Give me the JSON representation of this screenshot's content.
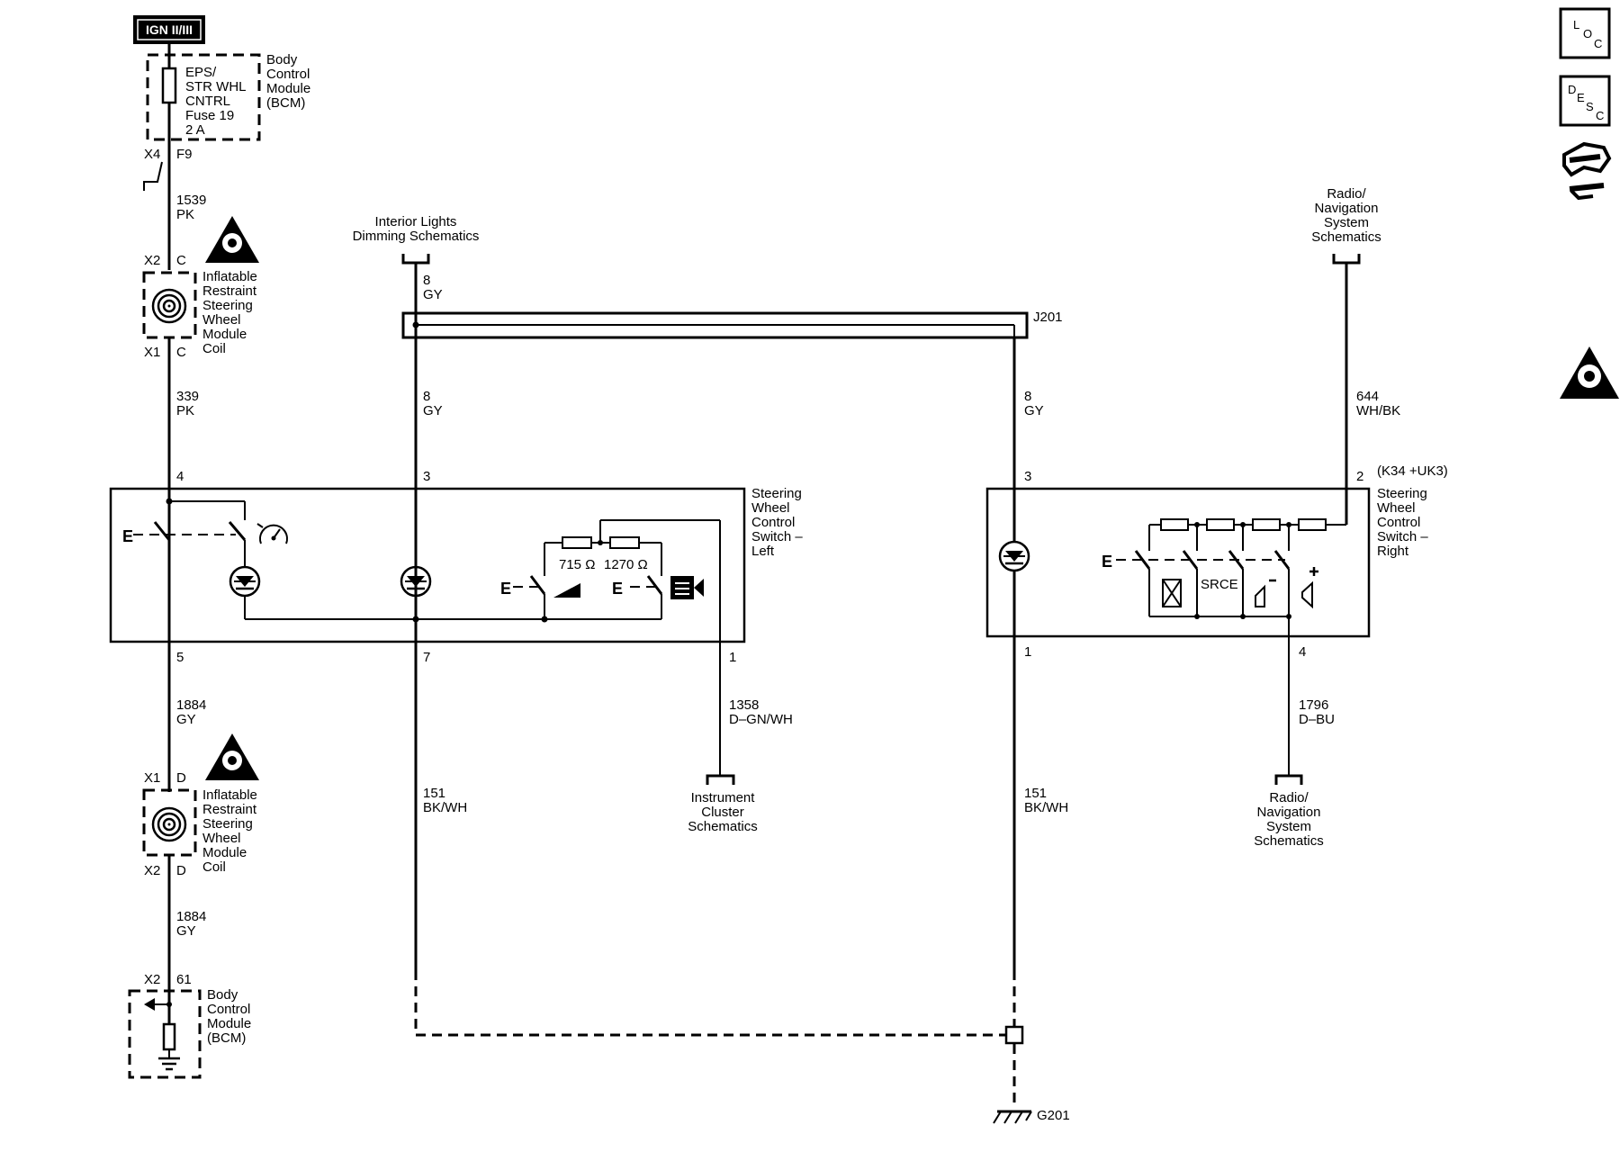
{
  "ign_label": "IGN II/III",
  "fuse_label": [
    "EPS/",
    "STR WHL",
    "CNTRL",
    "Fuse 19",
    "2 A"
  ],
  "bcm_label": [
    "Body",
    "Control",
    "Module",
    "(BCM)"
  ],
  "bcm_x4": "X4",
  "bcm_f9": "F9",
  "w1539": [
    "1539",
    "PK"
  ],
  "coil_top": {
    "x_top": "X2",
    "pin_top": "C",
    "x_bottom": "X1",
    "pin_bottom": "C"
  },
  "coil_label": [
    "Inflatable",
    "Restraint",
    "Steering",
    "Wheel",
    "Module",
    "Coil"
  ],
  "w339": [
    "339",
    "PK"
  ],
  "interior_lights": [
    "Interior Lights",
    "Dimming Schematics"
  ],
  "w8_top": [
    "8",
    "GY"
  ],
  "splice": "J201",
  "w8_left": [
    "8",
    "GY"
  ],
  "w8_right": [
    "8",
    "GY"
  ],
  "radio_top": [
    "Radio/",
    "Navigation",
    "System",
    "Schematics"
  ],
  "w644": [
    "644",
    "WH/BK"
  ],
  "left_switch": {
    "pins": {
      "p4": "4",
      "p3": "3",
      "p5": "5",
      "p7": "7",
      "p1": "1"
    },
    "label": [
      "Steering",
      "Wheel",
      "Control",
      "Switch –",
      "Left"
    ],
    "r1": "715 Ω",
    "r2": "1270 Ω"
  },
  "right_switch": {
    "pins": {
      "p3": "3",
      "p2": "2",
      "p1": "1",
      "p4": "4"
    },
    "option": "(K34 +UK3)",
    "label": [
      "Steering",
      "Wheel",
      "Control",
      "Switch –",
      "Right"
    ],
    "srce": "SRCE"
  },
  "w1884_a": [
    "1884",
    "GY"
  ],
  "w1358": [
    "1358",
    "D–GN/WH"
  ],
  "w1796": [
    "1796",
    "D–BU"
  ],
  "instrument_cluster": [
    "Instrument",
    "Cluster",
    "Schematics"
  ],
  "radio_bottom": [
    "Radio/",
    "Navigation",
    "System",
    "Schematics"
  ],
  "coil_bottom": {
    "x_top": "X1",
    "pin_top": "D",
    "x_bottom": "X2",
    "pin_bottom": "D"
  },
  "w151_left": [
    "151",
    "BK/WH"
  ],
  "w151_right": [
    "151",
    "BK/WH"
  ],
  "w1884_b": [
    "1884",
    "GY"
  ],
  "bcm_bottom_conn": {
    "x": "X2",
    "pin": "61"
  },
  "bcm_bottom_label": [
    "Body",
    "Control",
    "Module",
    "(BCM)"
  ],
  "ground": "G201",
  "side_icons": [
    "LOC",
    "DESC",
    "connector-icon",
    "airbag-icon"
  ]
}
